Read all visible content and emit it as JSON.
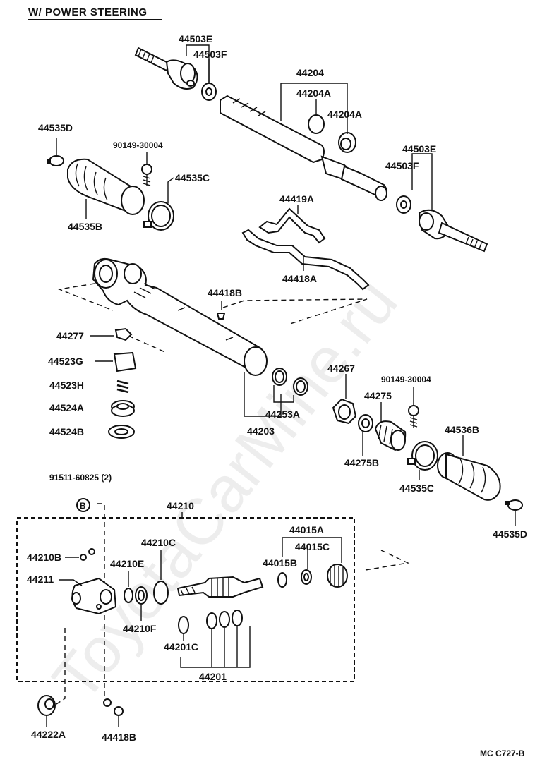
{
  "title": "W/ POWER STEERING",
  "watermark": "ToyotaCarMine.ru",
  "figure_code": "MC  C727-B",
  "labels": {
    "p44503E_top": "44503E",
    "p44503F_top": "44503F",
    "p44204": "44204",
    "p44204A_a": "44204A",
    "p44204A_b": "44204A",
    "p44535D_top": "44535D",
    "p90149_top": "90149-30004",
    "p44535C_top": "44535C",
    "p44535B": "44535B",
    "p44503E_right": "44503E",
    "p44503F_right": "44503F",
    "p44419A": "44419A",
    "p44418A": "44418A",
    "p44418B_mid": "44418B",
    "p44277": "44277",
    "p44523G": "44523G",
    "p44523H": "44523H",
    "p44524A": "44524A",
    "p44524B": "44524B",
    "p44253A": "44253A",
    "p44203": "44203",
    "p44267": "44267",
    "p90149_right": "90149-30004",
    "p44275": "44275",
    "p44536B": "44536B",
    "p44275B": "44275B",
    "p44535C_right": "44535C",
    "p44535D_right": "44535D",
    "p91511": "91511-60825 (2)",
    "p44210": "44210",
    "p44015A": "44015A",
    "p44015C": "44015C",
    "p44015B": "44015B",
    "p44210B": "44210B",
    "p44210C": "44210C",
    "p44210E": "44210E",
    "p44211": "44211",
    "p44210F": "44210F",
    "p44201C": "44201C",
    "p44201": "44201",
    "p44222A": "44222A",
    "p44418B_bottom": "44418B",
    "bolt_marker": "B"
  }
}
